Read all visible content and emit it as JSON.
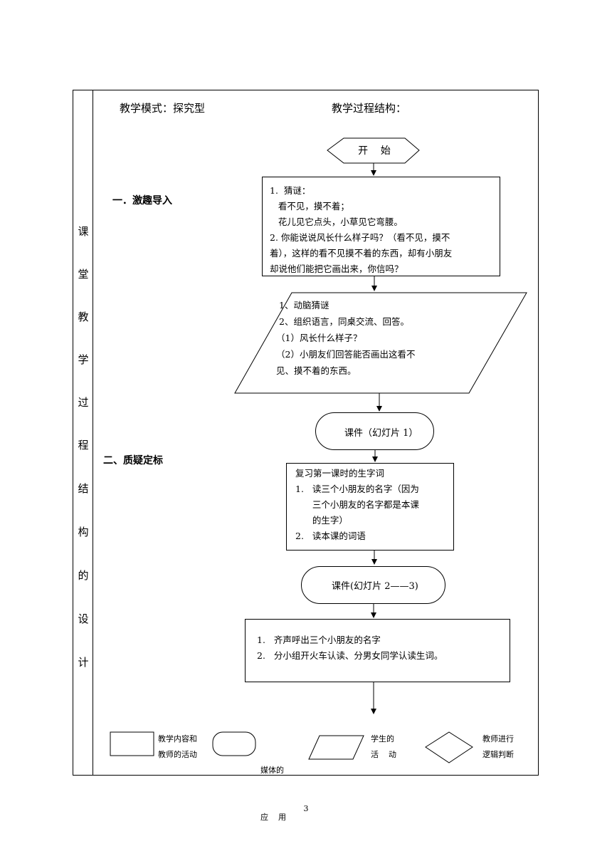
{
  "left_column_chars": [
    "课",
    "堂",
    "教",
    "学",
    "过",
    "程",
    "结",
    "构",
    "的",
    "设",
    "计"
  ],
  "header": {
    "mode": "教学模式：探究型",
    "structure": "教学过程结构："
  },
  "sections": {
    "s1": "一．激趣导入",
    "s2": "二、质疑定标"
  },
  "flow": {
    "start": "开    始",
    "box1": [
      "1.  猜谜：",
      "   看不见，摸不着；",
      "   花儿见它点头，小草见它弯腰。",
      "2. 你能说说风长什么样子吗？（看不见，摸不",
      "着），这样的看不见摸不着的东西，却有小朋友",
      "却说他们能把它画出来，你信吗？"
    ],
    "para1": [
      "1、动脑猜谜",
      "2、组织语言，同桌交流、回答。",
      "（1）风长什么样子？",
      "（2）小朋友们回答能否画出这看不",
      "见、摸不着的东西。"
    ],
    "media1": "课件（幻灯片 1）",
    "box2": [
      "复习第一课时的生字词",
      "1.   读三个小朋友的名字（因为",
      "      三个小朋友的名字都是本课",
      "      的生字）",
      "2.   读本课的词语"
    ],
    "media2": "课件(幻灯片 2——3)",
    "box3": [
      "1.   齐声呼出三个小朋友的名字",
      "2.   分小组开火车认读、分男女同学认读生词。"
    ]
  },
  "legend": {
    "rect": [
      "教学内容和",
      "教师的活动"
    ],
    "pill": [
      "媒体的",
      "应    用"
    ],
    "para": [
      "学生的",
      "活    动"
    ],
    "diamond": [
      "教师进行",
      "逻辑判断"
    ]
  },
  "page_number": "3"
}
